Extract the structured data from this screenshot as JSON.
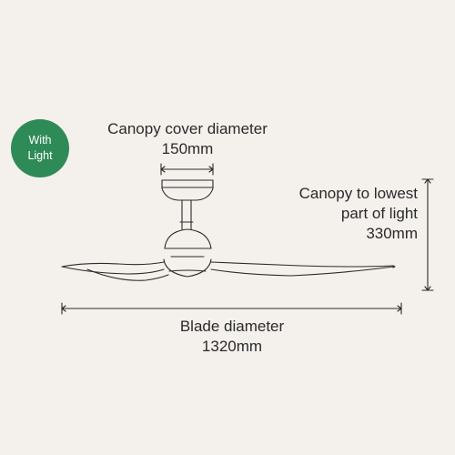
{
  "badge": {
    "line1": "With",
    "line2": "Light",
    "color": "#2e8b57"
  },
  "dimensions": {
    "canopy": {
      "label": "Canopy cover diameter",
      "value": "150mm"
    },
    "height": {
      "line1": "Canopy to lowest",
      "line2": "part of light",
      "value": "330mm"
    },
    "blade": {
      "label": "Blade diameter",
      "value": "1320mm"
    }
  },
  "colors": {
    "background": "#f4f1ed",
    "line": "#2a2a2a",
    "dim_line": "#3a3a3a"
  }
}
